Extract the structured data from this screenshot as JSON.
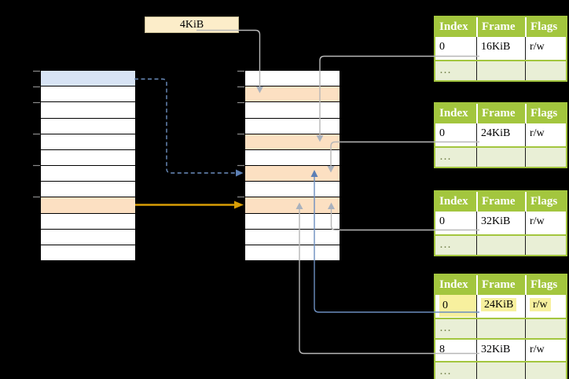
{
  "page_size_label": {
    "text": "4KiB"
  },
  "palette": {
    "table_header_green": "#a3c63e",
    "table_alt_row_green": "#e9efd6",
    "frame_peach": "#fce0c2",
    "virtual_page_blue": "#d7e3f4",
    "highlight_yellow": "#f7f09e",
    "label_box_cream": "#fcedc9",
    "arrow_gray": "#b6b6b6",
    "arrow_blue": "#6c8ebf",
    "arrow_orange": "#d89e06"
  },
  "memory_columns": {
    "virtual": {
      "rows": [
        "blue",
        "white",
        "white",
        "white",
        "white",
        "white",
        "white",
        "white",
        "peach",
        "white",
        "white",
        "white"
      ]
    },
    "physical": {
      "rows": [
        "white",
        "peach",
        "white",
        "white",
        "peach",
        "white",
        "peach",
        "white",
        "peach",
        "white",
        "white",
        "white"
      ]
    }
  },
  "tables": [
    {
      "name": "page-table-at-16kib",
      "headers": [
        "Index",
        "Frame",
        "Flags"
      ],
      "rows": [
        {
          "cells": [
            "0",
            "16KiB",
            "r/w"
          ],
          "kind": "data",
          "highlight": false
        },
        {
          "cells": [
            "…",
            "",
            ""
          ],
          "kind": "ellipsis",
          "highlight": false
        }
      ]
    },
    {
      "name": "page-table-at-24kib",
      "headers": [
        "Index",
        "Frame",
        "Flags"
      ],
      "rows": [
        {
          "cells": [
            "0",
            "24KiB",
            "r/w"
          ],
          "kind": "data",
          "highlight": false
        },
        {
          "cells": [
            "…",
            "",
            ""
          ],
          "kind": "ellipsis",
          "highlight": false
        }
      ]
    },
    {
      "name": "page-table-at-32kib",
      "headers": [
        "Index",
        "Frame",
        "Flags"
      ],
      "rows": [
        {
          "cells": [
            "0",
            "32KiB",
            "r/w"
          ],
          "kind": "data",
          "highlight": false
        },
        {
          "cells": [
            "…",
            "",
            ""
          ],
          "kind": "ellipsis",
          "highlight": false
        }
      ]
    },
    {
      "name": "level-2-page-table",
      "headers": [
        "Index",
        "Frame",
        "Flags"
      ],
      "rows": [
        {
          "cells": [
            "0",
            "24KiB",
            "r/w"
          ],
          "kind": "data",
          "highlight": true
        },
        {
          "cells": [
            "…",
            "",
            ""
          ],
          "kind": "ellipsis",
          "highlight": false
        },
        {
          "cells": [
            "8",
            "32KiB",
            "r/w"
          ],
          "kind": "data",
          "highlight": false
        },
        {
          "cells": [
            "…",
            "",
            ""
          ],
          "kind": "ellipsis",
          "highlight": false
        }
      ]
    }
  ],
  "connectors": [
    {
      "name": "arrow-4kib-to-frame",
      "from": "4KiB label",
      "to": "physical frame 4KiB",
      "style": "solid",
      "color": "#b6b6b6"
    },
    {
      "name": "arrow-virtual-page0",
      "from": "virtual page 0",
      "to": "physical frame 24KiB",
      "style": "dashed",
      "color": "#6c8ebf"
    },
    {
      "name": "arrow-virtual-page8",
      "from": "virtual page 32KiB",
      "to": "physical frame 32KiB",
      "style": "solid",
      "color": "#d89e06"
    },
    {
      "name": "arrow-table1-entry0",
      "from": "page-table-at-16kib entry 0",
      "to": "physical frame 16KiB",
      "style": "solid",
      "color": "#b6b6b6"
    },
    {
      "name": "arrow-table2-entry0",
      "from": "page-table-at-24kib entry 0",
      "to": "physical frame 24KiB",
      "style": "solid",
      "color": "#b6b6b6"
    },
    {
      "name": "arrow-table3-entry0",
      "from": "page-table-at-32kib entry 0",
      "to": "physical frame 32KiB",
      "style": "solid",
      "color": "#b6b6b6"
    },
    {
      "name": "arrow-level2-entry0",
      "from": "level-2-page-table entry 0",
      "to": "physical frame 24KiB",
      "style": "solid",
      "color": "#6c8ebf"
    },
    {
      "name": "arrow-level2-entry8",
      "from": "level-2-page-table entry 8",
      "to": "physical frame 32KiB",
      "style": "solid",
      "color": "#b6b6b6"
    }
  ]
}
